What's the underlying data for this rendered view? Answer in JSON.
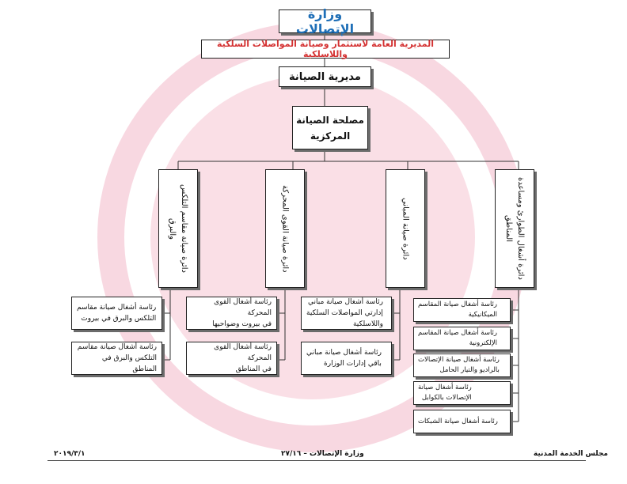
{
  "colors": {
    "ministry_title": "#1f6fb7",
    "directorate_title": "#d43232",
    "seal": "#f3b8c8"
  },
  "chart": {
    "ministry": "وزارة الإتصالات",
    "directorate": "المديرية العامة لاستثمار وصيانة المواصلات السلكية واللاسلكية",
    "maintenance_directorate": "مديرية الصيانة",
    "central_service": "مصلحة الصيانة\nالمركزية",
    "departments": [
      {
        "name": "دائرة صيانة مقاسم التلكس\nوالبرق",
        "sections": [
          "رئاسة أشغال صيانة مقاسم\nالتلكس والبرق في بيروت",
          "رئاسة أشغال صيانة مقاسم\nالتلكس والبرق في المناطق"
        ]
      },
      {
        "name": "دائرة صيانة القوى المحركة",
        "sections": [
          "رئاسة أشغال القوى المحركة\nفي بيروت وضواحيها",
          "رئاسة أشغال القوى المحركة\nفي المناطق"
        ]
      },
      {
        "name": "دائرة صيانة المباني",
        "sections": [
          "رئاسة أشغال صيانة مباني\nإدارتي المواصلات السلكية\nواللاسلكية",
          "رئاسة أشغال صيانة مباني\nباقي إدارات الوزارة"
        ]
      },
      {
        "name": "دائرة أشغال الطوارئ ومساعدة\nالمناطق",
        "sections": [
          "رئاسة أشغال صيانة المقاسم\nالميكانيكية",
          "رئاسة أشغال صيانة المقاسم\nالإلكترونية",
          "رئاسة أشغال صيانة الإتصالات\nبالراديو والتيار الحامل",
          "رئاسة أشغال صيانة\nالإتصالات بالكوابل",
          "رئاسة أشغال صيانة الشبكات"
        ]
      }
    ]
  },
  "footer": {
    "council": "مجلس الخدمة المدنية",
    "ministry_page": "وزارة الإتصالات – ٢٧/١٦",
    "date": "٢٠١٩/٣/١"
  }
}
